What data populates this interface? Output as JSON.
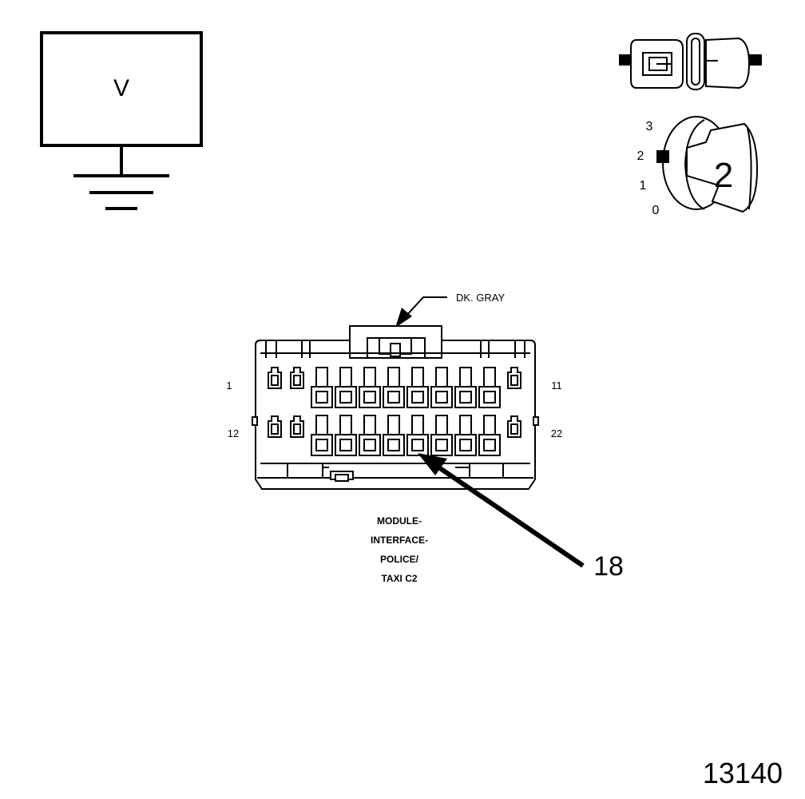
{
  "meter": {
    "label": "V"
  },
  "ignition": {
    "positions": [
      "3",
      "2",
      "1",
      "0"
    ],
    "selected": "2"
  },
  "connector": {
    "color_label": "DK. GRAY",
    "pin_label_top_left": "1",
    "pin_label_top_right": "11",
    "pin_label_bottom_left": "12",
    "pin_label_bottom_right": "22",
    "name_lines": [
      "MODULE-",
      "INTERFACE-",
      "POLICE/",
      "TAXI C2"
    ],
    "callout_pin": "18"
  },
  "figure_number": "13140"
}
